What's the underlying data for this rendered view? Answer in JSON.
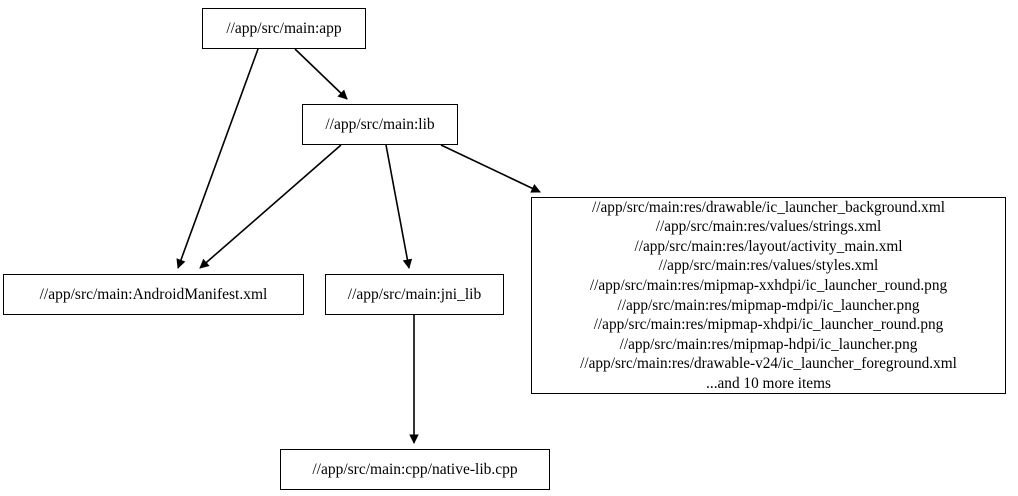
{
  "graph": {
    "type": "directed-dependency-graph",
    "background_color": "#ffffff",
    "stroke_color": "#000000",
    "nodes": [
      {
        "id": "app",
        "label": "//app/src/main:app"
      },
      {
        "id": "lib",
        "label": "//app/src/main:lib"
      },
      {
        "id": "manifest",
        "label": "//app/src/main:AndroidManifest.xml"
      },
      {
        "id": "jni_lib",
        "label": "//app/src/main:jni_lib"
      },
      {
        "id": "res",
        "label": "//app/src/main:res/drawable/ic_launcher_background.xml\n//app/src/main:res/values/strings.xml\n//app/src/main:res/layout/activity_main.xml\n//app/src/main:res/values/styles.xml\n//app/src/main:res/mipmap-xxhdpi/ic_launcher_round.png\n//app/src/main:res/mipmap-mdpi/ic_launcher.png\n//app/src/main:res/mipmap-xhdpi/ic_launcher_round.png\n//app/src/main:res/mipmap-hdpi/ic_launcher.png\n//app/src/main:res/drawable-v24/ic_launcher_foreground.xml\n...and 10 more items",
        "lines": [
          "//app/src/main:res/drawable/ic_launcher_background.xml",
          "//app/src/main:res/values/strings.xml",
          "//app/src/main:res/layout/activity_main.xml",
          "//app/src/main:res/values/styles.xml",
          "//app/src/main:res/mipmap-xxhdpi/ic_launcher_round.png",
          "//app/src/main:res/mipmap-mdpi/ic_launcher.png",
          "//app/src/main:res/mipmap-xhdpi/ic_launcher_round.png",
          "//app/src/main:res/mipmap-hdpi/ic_launcher.png",
          "//app/src/main:res/drawable-v24/ic_launcher_foreground.xml",
          "...and 10 more items"
        ]
      },
      {
        "id": "native_lib",
        "label": "//app/src/main:cpp/native-lib.cpp"
      }
    ],
    "edges": [
      {
        "from": "app",
        "to": "lib"
      },
      {
        "from": "app",
        "to": "manifest"
      },
      {
        "from": "lib",
        "to": "manifest"
      },
      {
        "from": "lib",
        "to": "jni_lib"
      },
      {
        "from": "lib",
        "to": "res"
      },
      {
        "from": "jni_lib",
        "to": "native_lib"
      }
    ]
  }
}
